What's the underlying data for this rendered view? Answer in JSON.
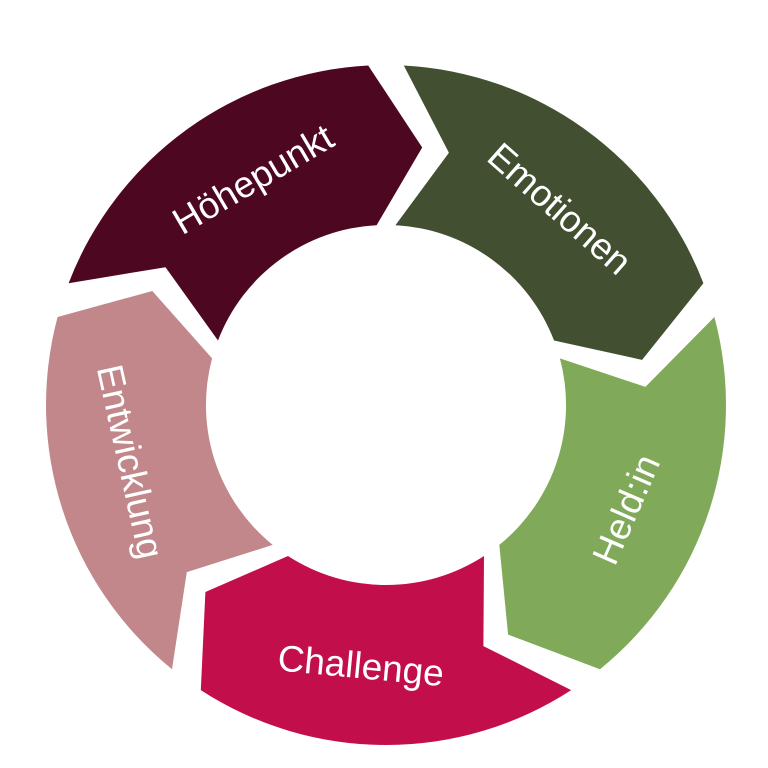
{
  "diagram": {
    "type": "cycle",
    "direction": "clockwise",
    "segments": [
      {
        "id": "emotionen",
        "label": "Emotionen",
        "color": "#424f31"
      },
      {
        "id": "held-in",
        "label": "Held:in",
        "color": "#80aa5a"
      },
      {
        "id": "challenge",
        "label": "Challenge",
        "color": "#c20f4b"
      },
      {
        "id": "entwicklung",
        "label": "Entwicklung",
        "color": "#c2878a"
      },
      {
        "id": "hoehepunkt",
        "label": "Höhepunkt",
        "color": "#4e0720"
      }
    ],
    "background": "#ffffff"
  }
}
